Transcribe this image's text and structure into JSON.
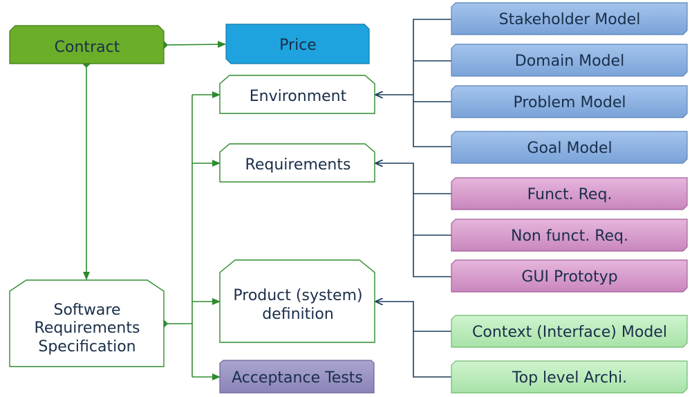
{
  "nodes": {
    "contract": "Contract",
    "price": "Price",
    "environment": "Environment",
    "requirements": "Requirements",
    "product_line1": "Product (system)",
    "product_line2": "definition",
    "acceptance": "Acceptance Tests",
    "srs_line1": "Software",
    "srs_line2": "Requirements",
    "srs_line3": "Specification",
    "stakeholder": "Stakeholder Model",
    "domain": "Domain Model",
    "problem": "Problem Model",
    "goal": "Goal Model",
    "funct": "Funct. Req.",
    "nonfunct": "Non funct. Req.",
    "gui": "GUI Prototyp",
    "context": "Context (Interface) Model",
    "toplevel": "Top level Archi."
  },
  "colors": {
    "green_connector": "#2e8b2e",
    "navy_connector": "#1a3d5c",
    "contract_fill": "#6aae2a",
    "price_fill": "#1fa3de",
    "blue_box": "#8eb4e3",
    "pink_box": "#d9a0cf",
    "mint_box": "#b8eab8",
    "acceptance_fill": "#9a94c4"
  }
}
